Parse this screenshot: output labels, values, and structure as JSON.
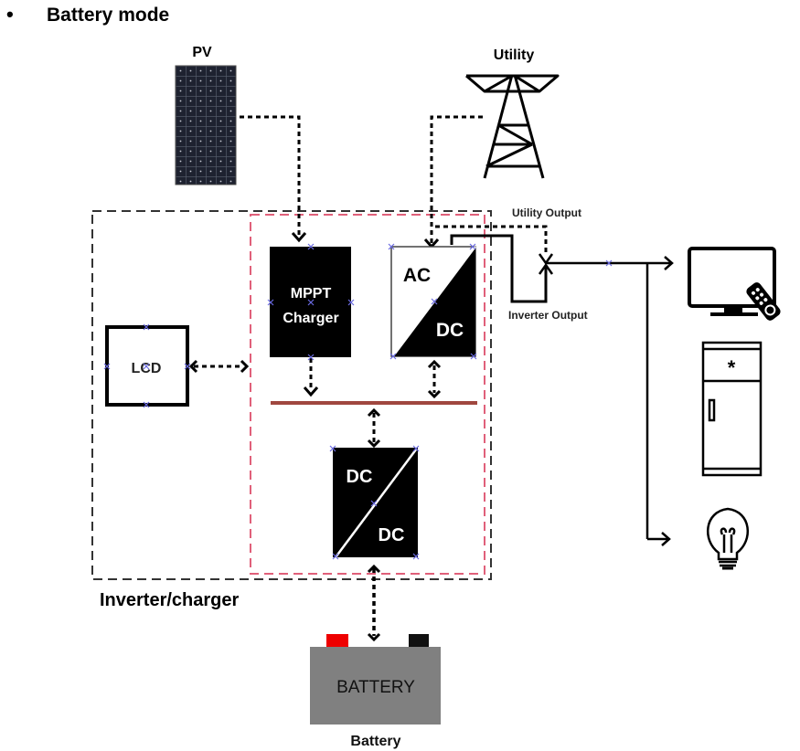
{
  "heading": {
    "bullet": "•",
    "title": "Battery mode"
  },
  "components": {
    "pv": {
      "label": "PV",
      "icon": "solar-panel-icon"
    },
    "utility": {
      "label": "Utility",
      "icon": "power-tower-icon"
    },
    "lcd": {
      "label": "LCD"
    },
    "mppt": {
      "line1": "MPPT",
      "line2": "Charger"
    },
    "inverter": {
      "top": "AC",
      "bottom": "DC"
    },
    "dcdc": {
      "top": "DC",
      "bottom": "DC"
    },
    "battery": {
      "body_label": "BATTERY",
      "caption": "Battery"
    },
    "enclosure": {
      "label": "Inverter/charger"
    }
  },
  "outputs": {
    "utility_output": "Utility Output",
    "inverter_output": "Inverter Output"
  },
  "loads": [
    {
      "name": "tv",
      "icon": "tv-icon"
    },
    {
      "name": "refrigerator",
      "icon": "refrigerator-icon",
      "symbol": "*"
    },
    {
      "name": "light-bulb",
      "icon": "light-bulb-icon"
    }
  ],
  "colors": {
    "bus": "#a0473f",
    "inner_frame": "#e0607a",
    "outer_frame": "#333333",
    "battery_body": "#808080",
    "battery_positive": "#ee0000",
    "battery_negative": "#111111",
    "marker": "#6a6ae0"
  }
}
